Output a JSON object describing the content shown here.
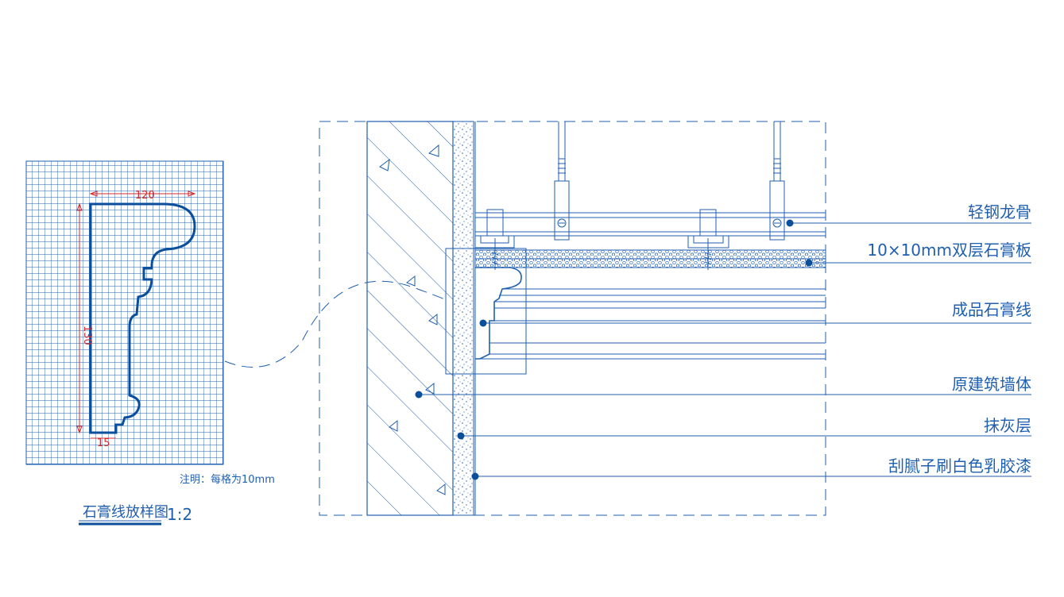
{
  "colors": {
    "line": "#1f5fb0",
    "dimension": "#d42a2a",
    "background": "#ffffff"
  },
  "detail": {
    "title": "石膏线放样图",
    "scale": "1:2",
    "note": "注明：每格为10mm",
    "dimensions": {
      "width": "120",
      "height": "130",
      "base": "15"
    }
  },
  "labels": [
    "轻钢龙骨",
    "10×10mm双层石膏板",
    "成品石膏线",
    "原建筑墙体",
    "抹灰层",
    "刮腻子刷白色乳胶漆"
  ]
}
